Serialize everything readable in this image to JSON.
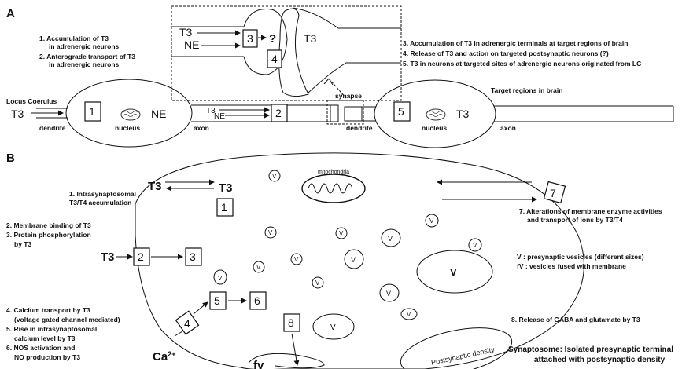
{
  "panel_a": {
    "label": "A",
    "left_notes": [
      "1. Accumulation of T3",
      "in adrenergic neurons",
      "2. Anterograde transport of T3",
      "in adrenergic neurons"
    ],
    "right_notes": [
      "3. Accumulation of T3 in adrenergic terminals at target regions of brain",
      "4. Release of T3 and action on targeted postsynaptic neurons (?)",
      "5. T3 in neurons at targeted sites of adrenergic neurons originated from LC"
    ],
    "locus_coeruleus": "Locus Coerulus",
    "target_regions": "Target regions in brain",
    "inset": {
      "t3": "T3",
      "ne": "NE",
      "box3": "3",
      "box4": "4",
      "question": "?",
      "post_t3": "T3"
    },
    "left_neuron": {
      "t3_in": "T3",
      "dendrite": "dendrite",
      "box1": "1",
      "ne": "NE",
      "nucleus": "nucleus",
      "axon": "axon",
      "axon_t3": "T3",
      "axon_ne": "NE",
      "box2": "2"
    },
    "synapse": "synapse",
    "right_neuron": {
      "dendrite": "dendrite",
      "box5": "5",
      "t3": "T3",
      "nucleus": "nucleus",
      "axon": "axon"
    }
  },
  "panel_b": {
    "label": "B",
    "t3_outside": "T3",
    "t3_inside": "T3",
    "box1": "1",
    "note1": [
      "1.   Intrasynaptosomal",
      "T3/T4 accumulation"
    ],
    "mitochondria": "mitochondria",
    "notes_2_3": [
      "2. Membrane binding of T3",
      "3. Protein phosphorylation",
      "by T3"
    ],
    "t3_binding": "T3",
    "box2": "2",
    "box3": "3",
    "box7": "7",
    "note7": [
      "7. Alterations of membrane enzyme activities",
      "and transport of ions by T3/T4"
    ],
    "vesicle_label": "V",
    "legend_v": "V : presynaptic vesicles (different sizes)",
    "legend_fv": "fV : vesicles fused with membrane",
    "notes_4_6": [
      "4. Calcium transport by T3",
      "(voltage gated channel mediated)",
      "5. Rise in intrasynaptosomal",
      "calcium level by T3",
      "6. NOS activation and",
      "NO production by T3"
    ],
    "box4": "4",
    "box5": "5",
    "box6": "6",
    "ca_ion": "Ca",
    "ca_charge": "2+",
    "box8": "8",
    "note8": "8. Release of GABA and glutamate by T3",
    "fv_label": "fv",
    "postsynaptic_density": "Postsynaptic density",
    "caption": [
      "Synaptosome: Isolated presynaptic terminal",
      "attached with postsynaptic density"
    ]
  }
}
